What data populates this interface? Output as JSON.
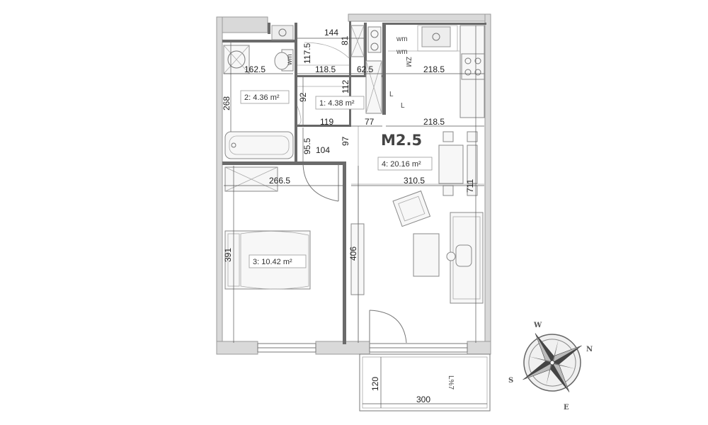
{
  "plan": {
    "title": "M2.5",
    "rooms": [
      {
        "id": "r1",
        "label": "1: 4.38 m²"
      },
      {
        "id": "r2",
        "label": "2: 4.36 m²"
      },
      {
        "id": "r3",
        "label": "3: 10.42 m²"
      },
      {
        "id": "r4",
        "label": "4: 20.16 m²"
      }
    ],
    "dimensions": {
      "d144": "144",
      "d81": "81",
      "d117_5": "117.5",
      "d162_5": "162.5",
      "d118_5": "118.5",
      "d62_5": "62.5",
      "d218_5_top": "218.5",
      "d268": "268",
      "d92": "92",
      "d112": "112",
      "d119": "119",
      "d77": "77",
      "d218_5_mid": "218.5",
      "d95_5": "95.5",
      "d104": "104",
      "d97": "97",
      "d266_5": "266.5",
      "d310_5": "310.5",
      "d711": "711",
      "d391": "391",
      "d406": "406",
      "d120": "120",
      "d300": "300"
    },
    "fixtures": {
      "wm1": "wm",
      "wm2": "wm",
      "wm3": "wm",
      "zm": "ZM",
      "l1": "L",
      "l2": "L",
      "balcony_note": "L%7"
    },
    "compass": {
      "n": "N",
      "e": "E",
      "s": "S",
      "w": "W"
    }
  }
}
